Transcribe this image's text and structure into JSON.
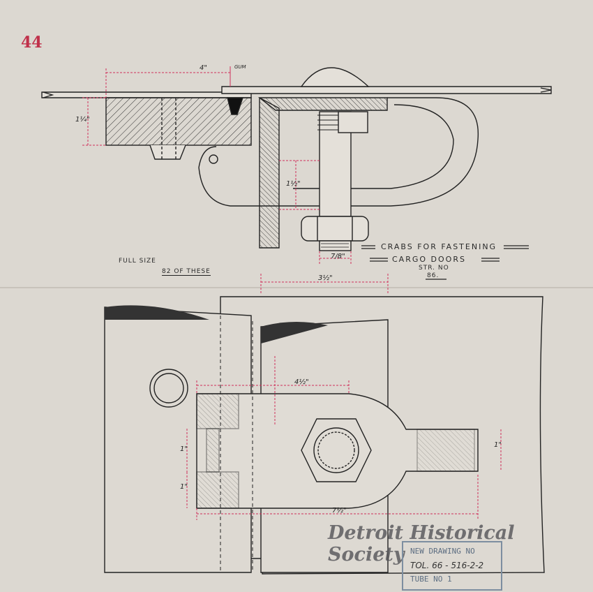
{
  "sheet_number": "44",
  "title": {
    "line1": "CRABS FOR FASTENING",
    "line2": "CARGO DOORS",
    "str_no_label": "STR. NO",
    "str_no_value": "86."
  },
  "notes": {
    "full_size": "FULL SIZE",
    "quantity": "82 OF THESE"
  },
  "dimensions": {
    "top_width": "4\"",
    "top_height": "1¼\"",
    "bolt_length": "1½\"",
    "nut_width": "7/8\"",
    "overall_width": "3½\"",
    "bottom_45": "4½\"",
    "left_1a": "1\"",
    "left_1b": "1\"",
    "right_1": "1\"",
    "bottom_7": "7½\"",
    "gasket_label": "GUM"
  },
  "watermark": "Detroit Historical Society",
  "stamp": {
    "line1": "NEW DRAWING NO",
    "line2": "TOL. 66 - 516-2-2",
    "line3": "TUBE NO 1"
  },
  "colors": {
    "ink": "#222222",
    "dimension_red": "#d0305a",
    "paper": "#dcd8d1",
    "stamp_blue": "#6c7e92"
  }
}
